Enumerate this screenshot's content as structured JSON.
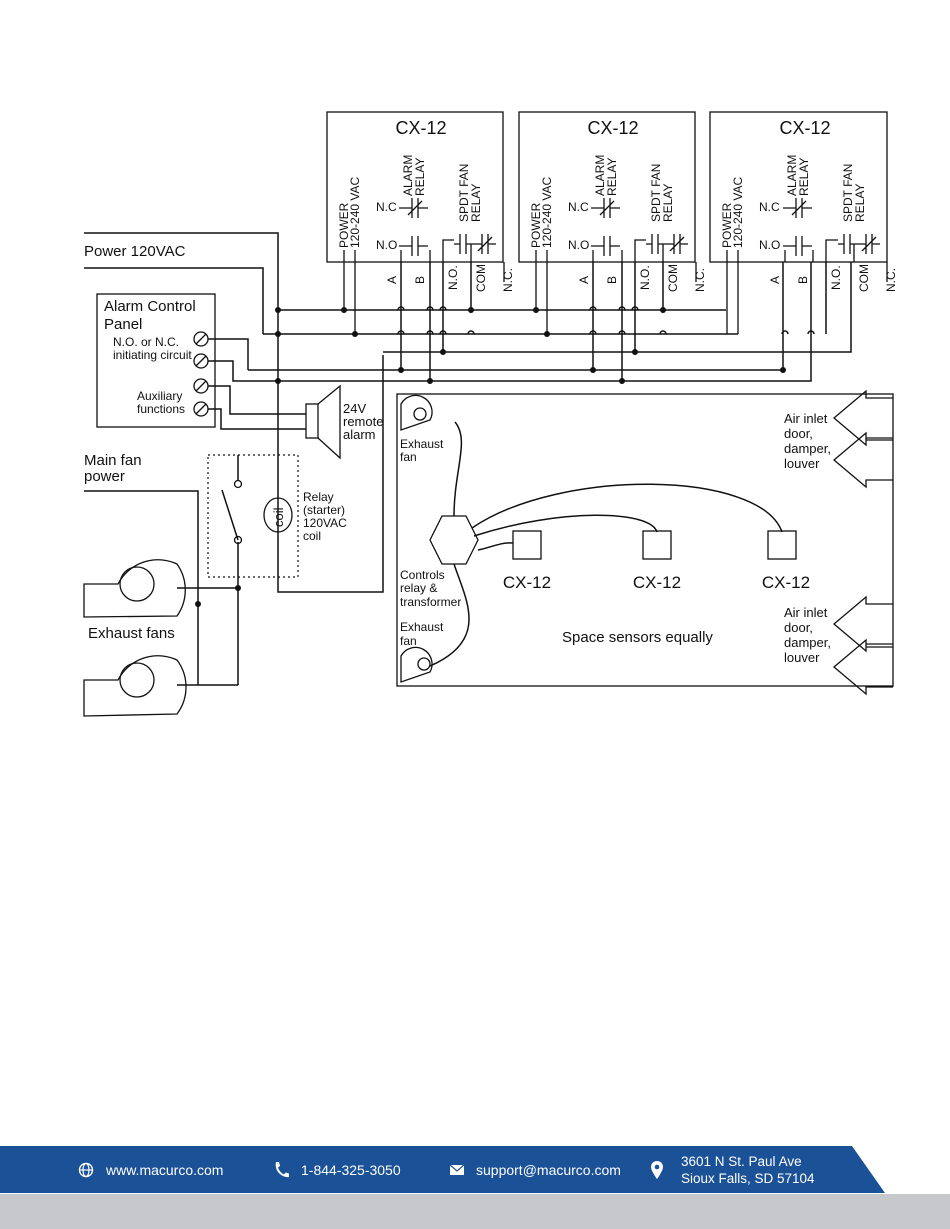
{
  "labels": {
    "power_120vac": "Power 120VAC",
    "alarm_panel_line1": "Alarm Control",
    "alarm_panel_line2": "Panel",
    "initiating_line1": "N.O. or N.C.",
    "initiating_line2": "initiating circuit",
    "auxiliary_line1": "Auxiliary",
    "auxiliary_line2": "functions",
    "remote_alarm_line1": "24V",
    "remote_alarm_line2": "remote",
    "remote_alarm_line3": "alarm",
    "main_fan_line1": "Main fan",
    "main_fan_line2": "power",
    "relay_line1": "Relay",
    "relay_line2": "(starter)",
    "relay_line3": "120VAC",
    "relay_line4": "coil",
    "coil": "coil",
    "exhaust_fans": "Exhaust fans"
  },
  "controllers": [
    {
      "title": "CX-12",
      "power_l1": "POWER",
      "power_l2": "120-240 VAC",
      "alarm_l1": "ALARM",
      "alarm_l2": "RELAY",
      "fan_l1": "SPDT FAN",
      "fan_l2": "RELAY",
      "nc_contact": "N.C",
      "no_contact": "N.O",
      "t_a": "A",
      "t_b": "B",
      "t_no": "N.O.",
      "t_com": "COM",
      "t_nc": "N.C."
    },
    {
      "title": "CX-12",
      "power_l1": "POWER",
      "power_l2": "120-240 VAC",
      "alarm_l1": "ALARM",
      "alarm_l2": "RELAY",
      "fan_l1": "SPDT FAN",
      "fan_l2": "RELAY",
      "nc_contact": "N.C",
      "no_contact": "N.O",
      "t_a": "A",
      "t_b": "B",
      "t_no": "N.O.",
      "t_com": "COM",
      "t_nc": "N.C."
    },
    {
      "title": "CX-12",
      "power_l1": "POWER",
      "power_l2": "120-240 VAC",
      "alarm_l1": "ALARM",
      "alarm_l2": "RELAY",
      "fan_l1": "SPDT FAN",
      "fan_l2": "RELAY",
      "nc_contact": "N.C",
      "no_contact": "N.O",
      "t_a": "A",
      "t_b": "B",
      "t_no": "N.O.",
      "t_com": "COM",
      "t_nc": "N.C."
    }
  ],
  "plan": {
    "exhaust_fan_top_l1": "Exhaust",
    "exhaust_fan_top_l2": "fan",
    "exhaust_fan_bottom_l1": "Exhaust",
    "exhaust_fan_bottom_l2": "fan",
    "controls_l1": "Controls",
    "controls_l2": "relay &",
    "controls_l3": "transformer",
    "sensors": [
      "CX-12",
      "CX-12",
      "CX-12"
    ],
    "space_note": "Space sensors equally",
    "air_inlet_top": [
      "Air inlet",
      "door,",
      "damper,",
      "louver"
    ],
    "air_inlet_bottom": [
      "Air inlet",
      "door,",
      "damper,",
      "louver"
    ]
  },
  "footer": {
    "website": "www.macurco.com",
    "phone": "1-844-325-3050",
    "email": "support@macurco.com",
    "address_line1": "3601 N St. Paul Ave",
    "address_line2": "Sioux Falls, SD 57104",
    "band_color": "#1b5197",
    "grey_color": "#c7c8cb",
    "icons": [
      "globe-icon",
      "phone-icon",
      "mail-icon",
      "location-pin-icon"
    ]
  }
}
